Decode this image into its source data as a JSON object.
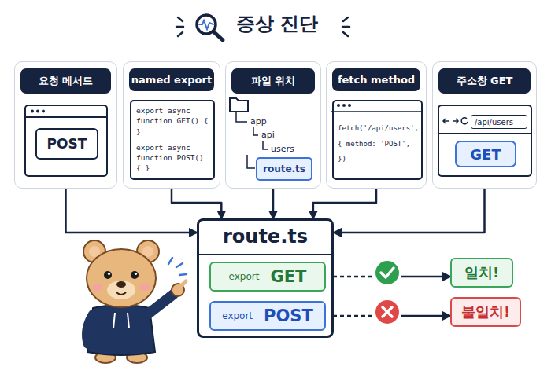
{
  "diagram": {
    "title": "증상 진단",
    "nodes": [
      {
        "text": [
          "요청 메서드"
        ]
      },
      {
        "text": [
          "POST"
        ],
        "in": 0
      },
      {
        "text": [
          "named export"
        ]
      },
      {
        "text": [
          "export async function GET() { }",
          "export async function POST() { }"
        ],
        "in": 2
      },
      {
        "text": [
          "파일 위치"
        ]
      },
      {
        "text": [
          "route.ts"
        ],
        "in": 4
      },
      {
        "text": [
          "fetch method"
        ]
      },
      {
        "text": [
          "fetch('/api/users', { method: 'POST', })"
        ],
        "in": 6
      },
      {
        "text": [
          "주소창 GET"
        ]
      },
      {
        "text": [
          "/api/users"
        ],
        "in": 8
      },
      {
        "text": [
          "GET"
        ],
        "in": 8
      },
      {
        "text": [
          "route.ts"
        ]
      },
      {
        "text": [
          "export",
          "GET"
        ],
        "in": 11
      },
      {
        "text": [
          "export",
          "POST"
        ],
        "in": 11
      },
      {
        "text": [
          "일치!"
        ]
      },
      {
        "text": [
          "불일치!"
        ]
      }
    ],
    "edges": [
      {
        "from": 0,
        "to": 11,
        "arrow": "to"
      },
      {
        "from": 2,
        "to": 11,
        "arrow": "to"
      },
      {
        "from": 4,
        "to": 11,
        "arrow": "to"
      },
      {
        "from": 6,
        "to": 11,
        "arrow": "to"
      },
      {
        "from": 8,
        "to": 11,
        "arrow": "to"
      },
      {
        "from": 12,
        "to": 14,
        "arrow": "to"
      },
      {
        "from": 13,
        "to": 15,
        "arrow": "to"
      }
    ],
    "labels": [
      "app",
      "api",
      "users"
    ]
  }
}
